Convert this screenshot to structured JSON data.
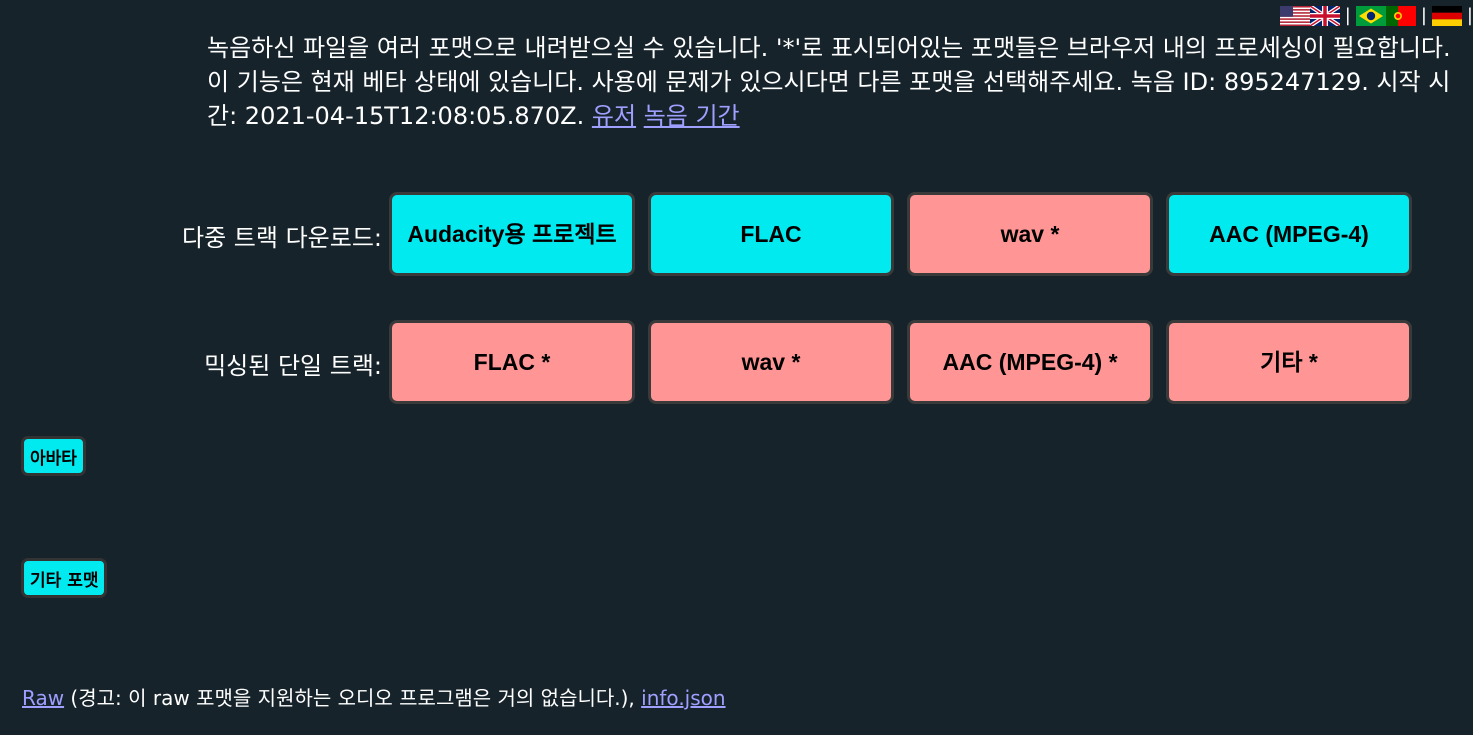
{
  "languages": [
    "English (US)",
    "English (UK)",
    "Português (Brasil)",
    "Português (Portugal)",
    "Deutsch"
  ],
  "flag_separator": "|",
  "intro": {
    "text": "녹음하신 파일을 여러 포맷으로 내려받으실 수 있습니다. '*'로 표시되어있는 포맷들은 브라우저 내의 프로세싱이 필요합니다. 이 기능은 현재 베타 상태에 있습니다. 사용에 문제가 있으시다면 다른 포맷을 선택해주세요. 녹음 ID: 895247129. 시작 시간: 2021-04-15T12:08:05.870Z.",
    "link_users": "유저",
    "link_duration": "녹음 기간"
  },
  "multitrack": {
    "label": "다중 트랙 다운로드:",
    "buttons": [
      {
        "label": "Audacity용 프로젝트",
        "color": "#00eaf0"
      },
      {
        "label": "FLAC",
        "color": "#00eaf0"
      },
      {
        "label": "wav *",
        "color": "#ff9595"
      },
      {
        "label": "AAC (MPEG-4)",
        "color": "#00eaf0"
      }
    ]
  },
  "mixed": {
    "label": "믹싱된 단일 트랙:",
    "buttons": [
      {
        "label": "FLAC *",
        "color": "#ff9595"
      },
      {
        "label": "wav *",
        "color": "#ff9595"
      },
      {
        "label": "AAC (MPEG-4) *",
        "color": "#ff9595"
      },
      {
        "label": "기타 *",
        "color": "#ff9595"
      }
    ]
  },
  "avatar_button": "아바타",
  "other_formats_button": "기타 포맷",
  "footer": {
    "raw_link": "Raw",
    "raw_note": " (경고: 이 raw 포맷을 지원하는 오디오 프로그램은 거의 없습니다.), ",
    "info_link": "info.json"
  },
  "colors": {
    "background": "#16232b",
    "cyan": "#00eaf0",
    "pink": "#ff9595",
    "link": "#9f9fff"
  }
}
